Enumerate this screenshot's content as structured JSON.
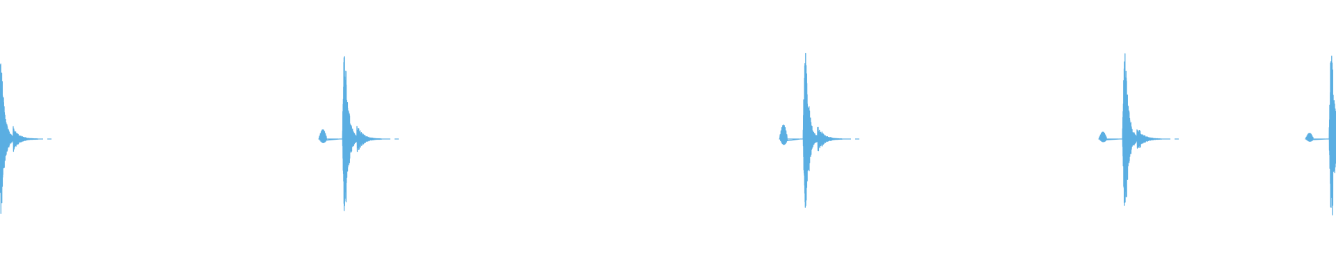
{
  "waveform": {
    "color": "#5aaee2",
    "background": "#ffffff",
    "transients": [
      {
        "amplitude": 0.84,
        "precursor": 0.0,
        "tail_decay": 0.9
      },
      {
        "amplitude": 0.98,
        "precursor": 0.08,
        "tail_decay": 1.0
      },
      {
        "amplitude": 0.94,
        "precursor": 0.12,
        "tail_decay": 1.0
      },
      {
        "amplitude": 0.97,
        "precursor": 0.06,
        "tail_decay": 0.9
      },
      {
        "amplitude": 0.98,
        "precursor": 0.05,
        "tail_decay": 0.6
      }
    ]
  }
}
